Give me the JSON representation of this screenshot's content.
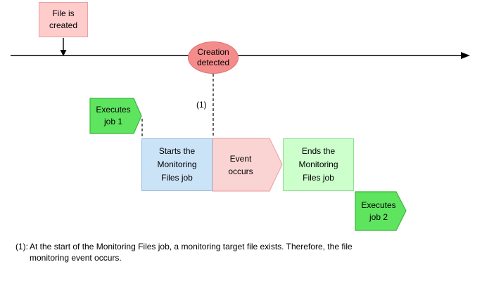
{
  "nodes": {
    "file_created": "File is created",
    "creation_detected": "Creation detected",
    "executes_job_1": "Executes job 1",
    "starts_monitoring": "Starts the Monitoring Files job",
    "event_occurs": "Event occurs",
    "ends_monitoring": "Ends the Monitoring Files job",
    "executes_job_2": "Executes job 2",
    "ref_marker": "(1)"
  },
  "note": {
    "prefix": "(1):",
    "line1": "At the start of the Monitoring Files job, a monitoring target file exists. Therefore, the file",
    "line2": "monitoring event occurs."
  },
  "colors": {
    "pink_fill": "#FFCCCC",
    "pink_border": "#F0A0A0",
    "salmon_fill": "#F48C8C",
    "salmon_border": "#E07070",
    "green_fill": "#5FE45F",
    "green_border": "#38B838",
    "blue_fill": "#CBE3F7",
    "blue_border": "#99BBDD",
    "lightgreen_fill": "#CCFFCC",
    "lightgreen_border": "#90DD90",
    "rose_fill": "#FAD3D3",
    "rose_border": "#EFA9A9",
    "line_color": "#000000"
  }
}
